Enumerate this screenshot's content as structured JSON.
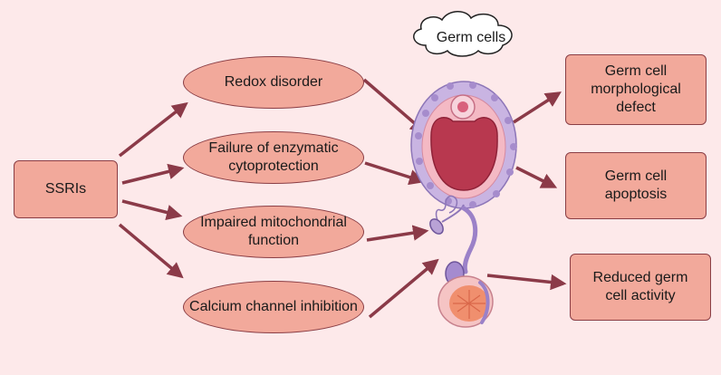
{
  "colors": {
    "background": "#fde9ea",
    "node_fill": "#f2a99b",
    "node_border": "#8a3e45",
    "arrow": "#8b3a48",
    "cell_pink": "#f4b9c4",
    "cell_purple": "#b9a2d6",
    "cell_dark": "#b8384f"
  },
  "source": {
    "label": "SSRIs"
  },
  "mechanisms": [
    {
      "label": "Redox disorder"
    },
    {
      "label": "Failure of enzymatic cytoprotection"
    },
    {
      "label": "Impaired mitochondrial function"
    },
    {
      "label": "Calcium channel inhibition"
    }
  ],
  "cloud": {
    "label": "Germ cells"
  },
  "effects": [
    {
      "label": "Germ cell morphological defect"
    },
    {
      "label": "Germ cell apoptosis"
    },
    {
      "label": "Reduced germ cell activity"
    }
  ],
  "icons": [
    "ovarian-follicle-icon",
    "sperm-icon",
    "testis-icon",
    "cloud-icon"
  ]
}
